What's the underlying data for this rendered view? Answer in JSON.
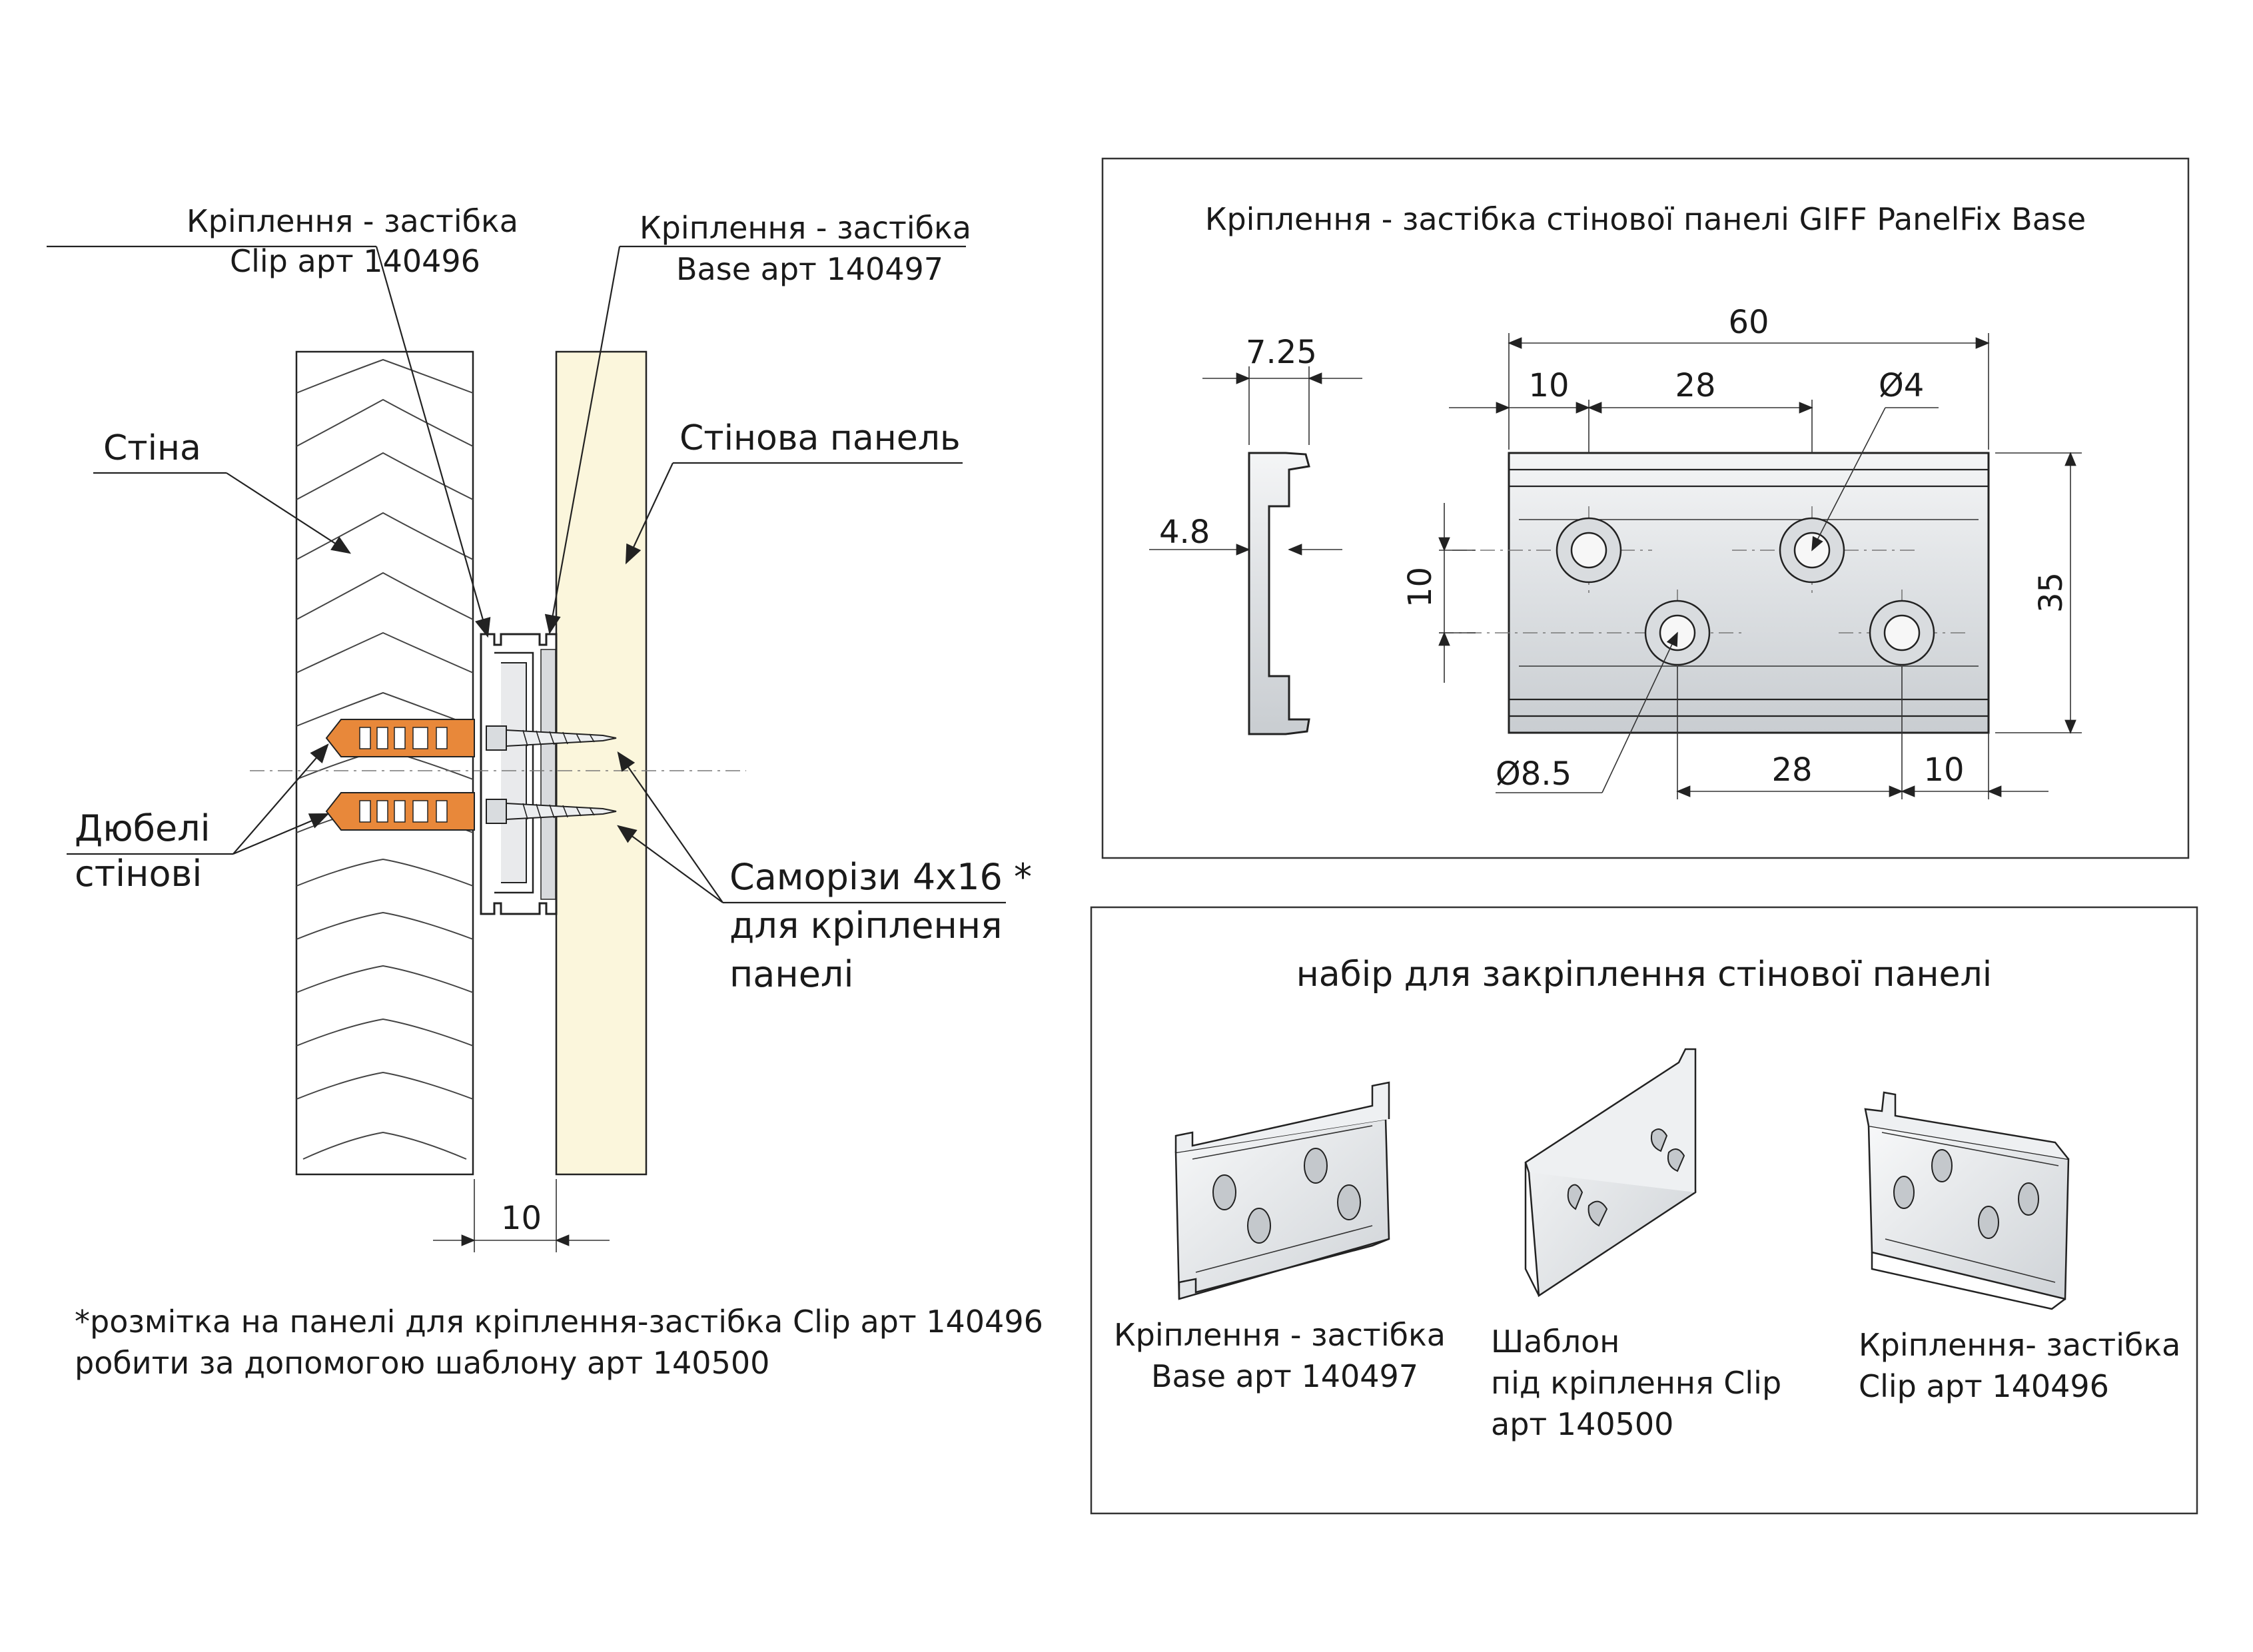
{
  "left_section": {
    "callout_clip": {
      "line1": "Кріплення - застібка",
      "line2": "Clip арт 140496"
    },
    "callout_base": {
      "line1": "Кріплення - застібка",
      "line2": "Base арт 140497"
    },
    "wall_label": "Стіна",
    "panel_label": "Стінова панель",
    "dowels_label": {
      "line1": "Дюбелі",
      "line2": "стінові"
    },
    "screws_label": {
      "line1": "Саморізи 4х16 *",
      "line2": "для кріплення",
      "line3": "панелі"
    },
    "gap_dimension": "10",
    "footnote": {
      "line1": "*розмітка на панелі для кріплення-застібка Clip арт 140496",
      "line2": " робити за допомогою шаблону арт 140500"
    }
  },
  "drawing_box": {
    "title": "Кріплення - застібка стінової панелі GIFF PanelFix Base",
    "dims": {
      "profile_width": "7.25",
      "profile_depth": "4.8",
      "total_length": "60",
      "left_offset": "10",
      "top_spacing": "28",
      "small_hole": "Ø4",
      "vertical_offset": "10",
      "height": "35",
      "large_hole": "Ø8.5",
      "bottom_spacing": "28",
      "right_offset": "10"
    }
  },
  "kit_box": {
    "title": "набір для закріплення стінової панелі",
    "items": [
      {
        "line1": "Кріплення - застібка",
        "line2": "Base арт 140497",
        "line3": ""
      },
      {
        "line1": "Шаблон",
        "line2": "під кріплення Clip",
        "line3": "арт 140500"
      },
      {
        "line1": "Кріплення- застібка",
        "line2": "Clip арт 140496",
        "line3": ""
      }
    ]
  },
  "colors": {
    "panel_fill": "#fbf6dc",
    "dowel_fill": "#e8883a",
    "metal_fill": "#e6e8ea",
    "line": "#222222"
  }
}
